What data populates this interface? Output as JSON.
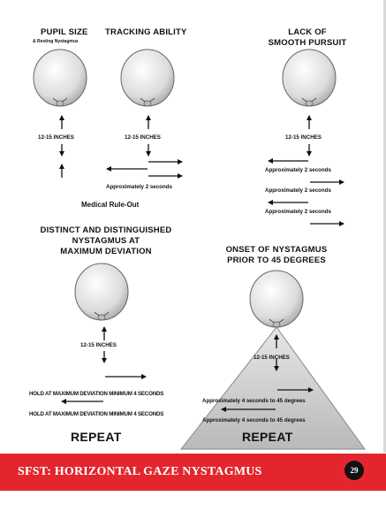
{
  "sections": {
    "pupil_size": {
      "title": "PUPIL SIZE",
      "subtitle": "& Resting Nystagmus",
      "distance": "12-15 INCHES"
    },
    "tracking": {
      "title": "TRACKING ABILITY",
      "distance": "12-15 INCHES",
      "duration": "Approximately 2 seconds"
    },
    "medical": {
      "label": "Medical Rule-Out"
    },
    "smooth_pursuit": {
      "title_line1": "LACK OF",
      "title_line2": "SMOOTH PURSUIT",
      "distance": "12-15 INCHES",
      "durations": [
        "Approximately 2 seconds",
        "Approximately 2 seconds",
        "Approximately 2 seconds"
      ]
    },
    "max_deviation": {
      "title_line1": "DISTINCT AND DISTINGUISHED",
      "title_line2": "NYSTAGMUS AT",
      "title_line3": "MAXIMUM DEVIATION",
      "distance": "12-15 INCHES",
      "hold_1": "HOLD AT MAXIMUM DEVIATION MINIMUM 4 SECONDS",
      "hold_2": "HOLD AT MAXIMUM DEVIATION MINIMUM 4 SECONDS",
      "repeat": "REPEAT"
    },
    "onset": {
      "title_line1": "ONSET OF NYSTAGMUS",
      "title_line2": "PRIOR TO 45 DEGREES",
      "distance": "12-15 INCHES",
      "duration_1": "Approximately 4 seconds to 45 degrees",
      "duration_2": "Approximately 4 seconds to 45 degrees",
      "repeat": "REPEAT"
    }
  },
  "footer": {
    "title": "SFST: HORIZONTAL GAZE NYSTAGMUS",
    "page_number": "29"
  },
  "colors": {
    "footer_bg": "#e3262e",
    "badge_bg": "#111111",
    "triangle_fill": "#c9c9c9"
  }
}
